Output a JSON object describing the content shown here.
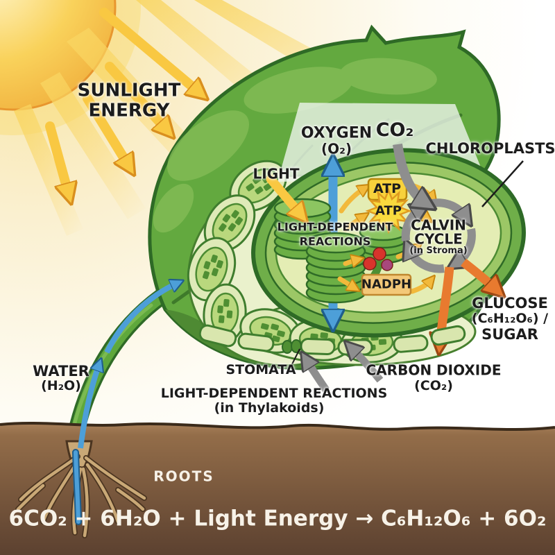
{
  "title": "Photosynthesis process diagram",
  "labels": {
    "sunlight_line1": "SUNLIGHT",
    "sunlight_line2": "ENERGY",
    "light": "LIGHT",
    "oxygen_line1": "OXYGEN",
    "oxygen_line2": "(O₂)",
    "co2_top": "CO₂",
    "chloroplasts": "CHLOROPLASTS",
    "ldr_inner_line1": "LIGHT-DEPENDENT",
    "ldr_inner_line2": "REACTIONS",
    "atp_box": "ATP",
    "atp_burst": "ATP",
    "nadph": "NADPH",
    "calvin_line1": "CALVIN",
    "calvin_line2": "CYCLE",
    "calvin_line3": "(in Stroma)",
    "glucose_line1": "GLUCOSE",
    "glucose_line2": "(C₆H₁₂O₆) /",
    "glucose_line3": "SUGAR",
    "water_line1": "WATER",
    "water_line2": "(H₂O)",
    "stomata": "STOMATA",
    "ldr_bottom_line1": "LIGHT-DEPENDENT REACTIONS",
    "ldr_bottom_line2": "(in Thylakoids)",
    "carbon_dioxide_line1": "CARBON DIOXIDE",
    "carbon_dioxide_line2": "(CO₂)",
    "roots": "ROOTS",
    "equation": "6CO₂ + 6H₂O + Light Energy → C₆H₁₂O₆ + 6O₂"
  },
  "colors": {
    "sun_core": "#FFF4C6",
    "sun_edge": "#F2B23C",
    "ray_yellow": "#F9C842",
    "leaf_mid": "#6FAE45",
    "leaf_dark_outline": "#2E6A26",
    "leaf_light": "#8CC561",
    "cell_pale": "#E9F0CA",
    "chloroplast_inner": "#E4EDB4",
    "arrow_blue": "#4D9FD8",
    "arrow_gray": "#8E8E8E",
    "arrow_orange": "#E87A2F",
    "atp_yellow": "#F8D23C",
    "nadph_tan": "#F3C878",
    "molecule_red": "#D8342C",
    "molecule_purple": "#A8487C",
    "soil_light": "#A8805A",
    "soil_dark": "#5C4130",
    "root_tan": "#C9A876",
    "text_dark": "#1c1c1c",
    "text_white": "#F7F2E8"
  }
}
